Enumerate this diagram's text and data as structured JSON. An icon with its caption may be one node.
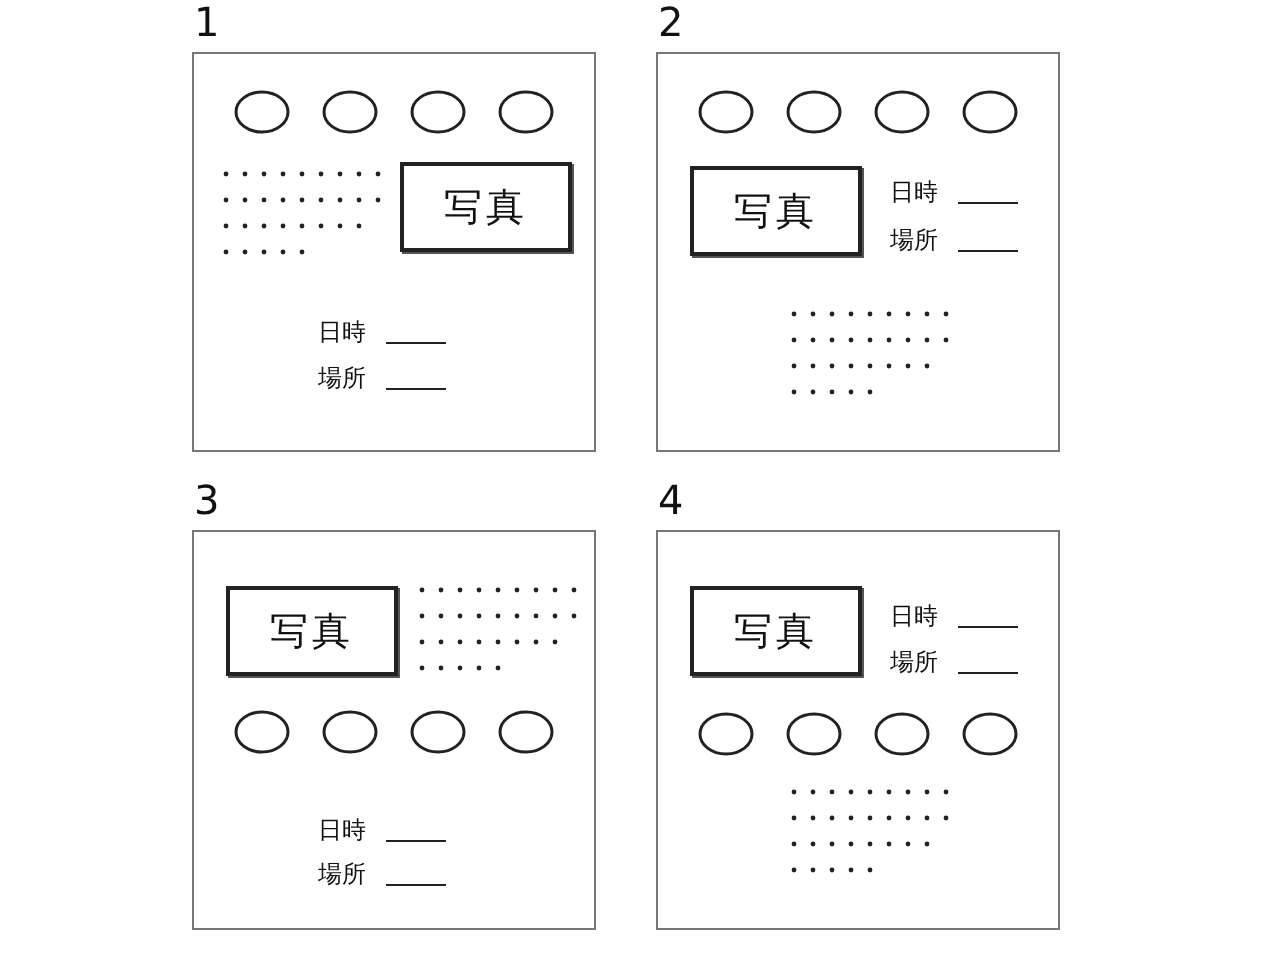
{
  "diagram": {
    "nodes": [
      {
        "text": [
          "1"
        ]
      },
      {
        "text": [
          "写真"
        ],
        "in": 0
      },
      {
        "text": [
          "2"
        ]
      },
      {
        "text": [
          "写真"
        ],
        "in": 2
      },
      {
        "text": [
          "3"
        ]
      },
      {
        "text": [
          "写真"
        ],
        "in": 4
      },
      {
        "text": [
          "4"
        ]
      },
      {
        "text": [
          "写真"
        ],
        "in": 6
      }
    ],
    "labels": [
      "日時",
      "場所",
      "日時",
      "場所",
      "日時",
      "場所",
      "日時",
      "場所"
    ]
  }
}
